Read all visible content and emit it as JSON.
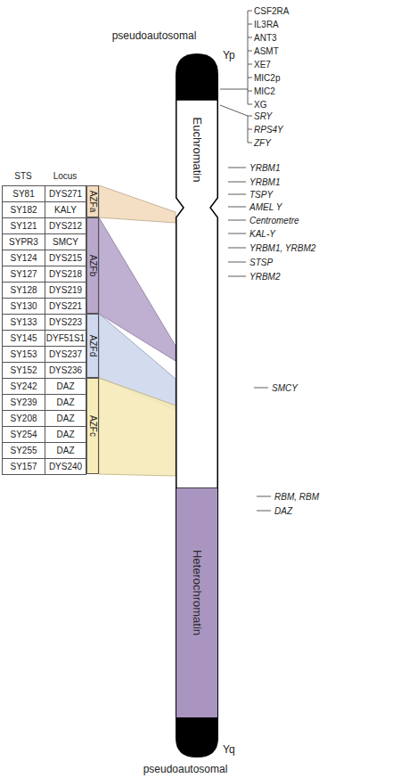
{
  "diagram": {
    "nodes": [
      {
        "text": [
          "AZFa"
        ]
      },
      {
        "text": [
          "AZFb"
        ]
      },
      {
        "text": [
          "AZFd"
        ]
      },
      {
        "text": [
          "AZFc"
        ]
      },
      {
        "text": [
          "Euchromatin"
        ]
      },
      {
        "text": [
          "Heterochromatin"
        ]
      }
    ],
    "labels": [
      "pseudoautosomal",
      "Yp",
      "STS",
      "Locus",
      "SY81",
      "DYS271",
      "SY182",
      "KALY",
      "SY121",
      "DYS212",
      "SYPR3",
      "SMCY",
      "SY124",
      "DYS215",
      "SY127",
      "DYS218",
      "SY128",
      "DYS219",
      "SY130",
      "DYS221",
      "SY133",
      "DYS223",
      "SY145",
      "DYF51S1",
      "SY153",
      "DYS237",
      "SY152",
      "DYS236",
      "SY242",
      "DAZ",
      "SY239",
      "DAZ",
      "SY208",
      "DAZ",
      "SY254",
      "DAZ",
      "SY255",
      "DAZ",
      "SY157",
      "DYS240",
      "CSF2RA",
      "IL3RA",
      "ANT3",
      "ASMT",
      "XE7",
      "MIC2p",
      "MIC2",
      "XG",
      "SRY",
      "RPS4Y",
      "ZFY",
      "YRBM1",
      "YRBM1",
      "TSPY",
      "AMEL Y",
      "Centrometre",
      "KAL-Y",
      "YRBM1, YRBM2",
      "STSP",
      "YRBM2",
      "SMCY",
      "RBM, RBM",
      "DAZ",
      "pseudoautosomal",
      "Yq"
    ]
  }
}
